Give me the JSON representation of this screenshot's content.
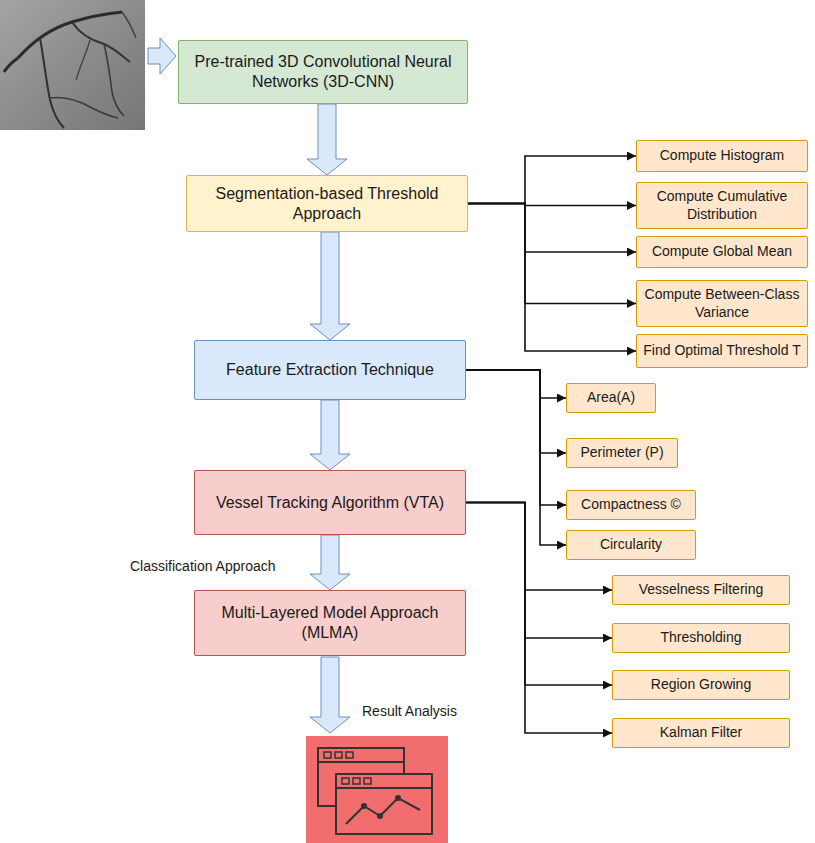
{
  "diagram": {
    "nodes": [
      {
        "text": [
          "Pre-trained 3D Convolutional Neural Networks (3D-CNN)"
        ]
      },
      {
        "text": [
          "Segmentation-based Threshold Approach"
        ]
      },
      {
        "text": [
          "Compute Histogram"
        ]
      },
      {
        "text": [
          "Compute Cumulative Distribution"
        ]
      },
      {
        "text": [
          "Compute Global Mean"
        ]
      },
      {
        "text": [
          "Compute Between-Class Variance"
        ]
      },
      {
        "text": [
          "Find Optimal Threshold T"
        ]
      },
      {
        "text": [
          "Feature Extraction Technique"
        ]
      },
      {
        "text": [
          "Area(A)"
        ]
      },
      {
        "text": [
          "Perimeter (P)"
        ]
      },
      {
        "text": [
          "Compactness ©"
        ]
      },
      {
        "text": [
          "Circularity"
        ]
      },
      {
        "text": [
          "Vessel Tracking Algorithm (VTA)"
        ]
      },
      {
        "text": [
          "Vesselness Filtering"
        ]
      },
      {
        "text": [
          "Thresholding"
        ]
      },
      {
        "text": [
          "Region Growing"
        ]
      },
      {
        "text": [
          "Kalman Filter"
        ]
      },
      {
        "text": [
          "Multi-Layered Model Approach (MLMA)"
        ]
      }
    ],
    "edges": [
      {
        "from": 0,
        "to": 1,
        "arrow": "to"
      },
      {
        "from": 1,
        "to": 2,
        "arrow": "to"
      },
      {
        "from": 1,
        "to": 3,
        "arrow": "to"
      },
      {
        "from": 1,
        "to": 4,
        "arrow": "to"
      },
      {
        "from": 1,
        "to": 5,
        "arrow": "to"
      },
      {
        "from": 1,
        "to": 6,
        "arrow": "to"
      },
      {
        "from": 1,
        "to": 7,
        "arrow": "to"
      },
      {
        "from": 7,
        "to": 8,
        "arrow": "to"
      },
      {
        "from": 7,
        "to": 9,
        "arrow": "to"
      },
      {
        "from": 7,
        "to": 10,
        "arrow": "to"
      },
      {
        "from": 7,
        "to": 11,
        "arrow": "to"
      },
      {
        "from": 7,
        "to": 12,
        "arrow": "to"
      },
      {
        "from": 12,
        "to": 13,
        "arrow": "to"
      },
      {
        "from": 12,
        "to": 14,
        "arrow": "to"
      },
      {
        "from": 12,
        "to": 15,
        "arrow": "to"
      },
      {
        "from": 12,
        "to": 16,
        "arrow": "to"
      },
      {
        "from": 12,
        "to": 17,
        "arrow": "to"
      }
    ],
    "labels": [
      "Classification Approach",
      "Result Analysis"
    ]
  }
}
